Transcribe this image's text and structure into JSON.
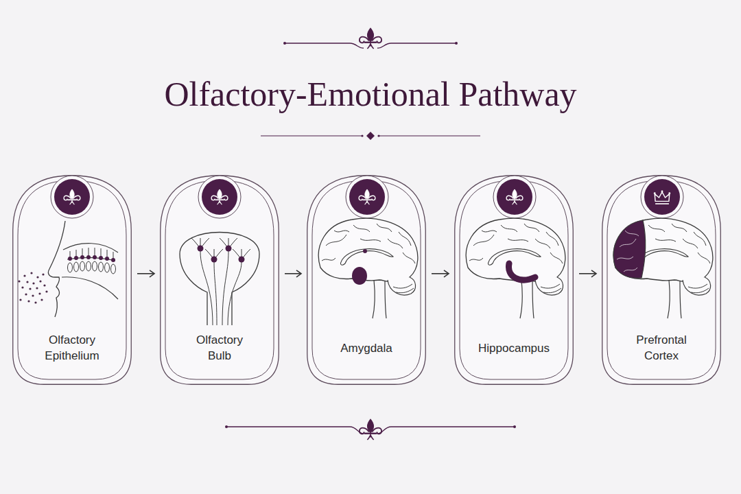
{
  "diagram": {
    "title": "Olfactory-Emotional Pathway",
    "nodes": [
      {
        "text": [
          "Olfactory Epithelium"
        ]
      },
      {
        "text": [
          "Olfactory Bulb"
        ]
      },
      {
        "text": [
          "Amygdala"
        ]
      },
      {
        "text": [
          "Hippocampus"
        ]
      },
      {
        "text": [
          "Prefrontal Cortex"
        ]
      }
    ],
    "edges": [
      {
        "from": 0,
        "to": 1,
        "arrow": "to"
      },
      {
        "from": 1,
        "to": 2,
        "arrow": "to"
      },
      {
        "from": 2,
        "to": 3,
        "arrow": "to"
      },
      {
        "from": 3,
        "to": 4,
        "arrow": "to"
      }
    ]
  }
}
